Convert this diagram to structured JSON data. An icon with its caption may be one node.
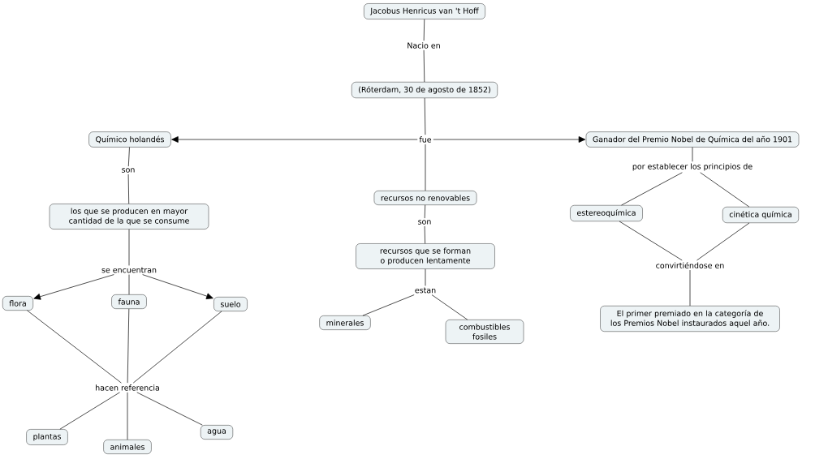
{
  "diagram": {
    "nodes": [
      {
        "text": [
          "Jacobus Henricus van 't Hoff"
        ]
      },
      {
        "text": [
          "Nacio en"
        ]
      },
      {
        "text": [
          "(Róterdam, 30 de agosto de 1852)"
        ]
      },
      {
        "text": [
          "fue"
        ]
      },
      {
        "text": [
          "Químico holandés"
        ]
      },
      {
        "text": [
          "Ganador del Premio Nobel de Química del año 1901"
        ]
      },
      {
        "text": [
          "son"
        ]
      },
      {
        "text": [
          "los que se producen en mayor cantidad de la que se consume"
        ]
      },
      {
        "text": [
          "se encuentran"
        ]
      },
      {
        "text": [
          "flora"
        ]
      },
      {
        "text": [
          "fauna"
        ]
      },
      {
        "text": [
          "suelo"
        ]
      },
      {
        "text": [
          "hacen referencia"
        ]
      },
      {
        "text": [
          "plantas"
        ]
      },
      {
        "text": [
          "animales"
        ]
      },
      {
        "text": [
          "agua"
        ]
      },
      {
        "text": [
          "recursos no renovables"
        ]
      },
      {
        "text": [
          "son"
        ]
      },
      {
        "text": [
          "recursos que se forman o producen lentamente"
        ]
      },
      {
        "text": [
          "estan"
        ]
      },
      {
        "text": [
          "minerales"
        ]
      },
      {
        "text": [
          "combustibles fosiles"
        ]
      },
      {
        "text": [
          "por establecer los principios de"
        ]
      },
      {
        "text": [
          "estereoquímica"
        ]
      },
      {
        "text": [
          "cinética química"
        ]
      },
      {
        "text": [
          "convirtiéndose en"
        ]
      },
      {
        "text": [
          "El primer premiado en la categoría de los Premios Nobel instaurados aquel año."
        ]
      }
    ],
    "edges": [
      {
        "from": 0,
        "to": 1,
        "arrow": "none"
      },
      {
        "from": 1,
        "to": 2,
        "arrow": "none"
      },
      {
        "from": 2,
        "to": 3,
        "arrow": "none"
      },
      {
        "from": 3,
        "to": 4,
        "arrow": "to"
      },
      {
        "from": 3,
        "to": 5,
        "arrow": "to"
      },
      {
        "from": 3,
        "to": 16,
        "arrow": "none"
      },
      {
        "from": 4,
        "to": 6,
        "arrow": "none"
      },
      {
        "from": 6,
        "to": 7,
        "arrow": "none"
      },
      {
        "from": 7,
        "to": 8,
        "arrow": "none"
      },
      {
        "from": 8,
        "to": 9,
        "arrow": "to"
      },
      {
        "from": 8,
        "to": 10,
        "arrow": "none"
      },
      {
        "from": 8,
        "to": 11,
        "arrow": "to"
      },
      {
        "from": 9,
        "to": 12,
        "arrow": "none"
      },
      {
        "from": 10,
        "to": 12,
        "arrow": "none"
      },
      {
        "from": 11,
        "to": 12,
        "arrow": "none"
      },
      {
        "from": 12,
        "to": 13,
        "arrow": "none"
      },
      {
        "from": 12,
        "to": 14,
        "arrow": "none"
      },
      {
        "from": 12,
        "to": 15,
        "arrow": "none"
      },
      {
        "from": 16,
        "to": 17,
        "arrow": "none"
      },
      {
        "from": 17,
        "to": 18,
        "arrow": "none"
      },
      {
        "from": 18,
        "to": 19,
        "arrow": "none"
      },
      {
        "from": 19,
        "to": 20,
        "arrow": "none"
      },
      {
        "from": 19,
        "to": 21,
        "arrow": "none"
      },
      {
        "from": 5,
        "to": 22,
        "arrow": "none"
      },
      {
        "from": 22,
        "to": 23,
        "arrow": "none"
      },
      {
        "from": 22,
        "to": 24,
        "arrow": "none"
      },
      {
        "from": 23,
        "to": 25,
        "arrow": "none"
      },
      {
        "from": 24,
        "to": 25,
        "arrow": "none"
      },
      {
        "from": 25,
        "to": 26,
        "arrow": "none"
      }
    ]
  }
}
